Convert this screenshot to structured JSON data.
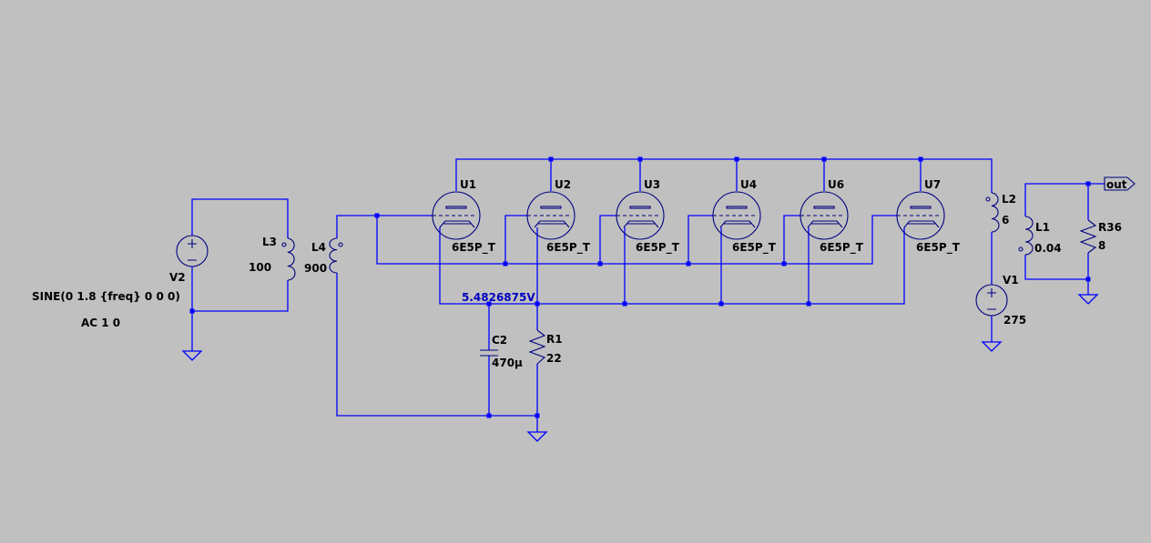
{
  "colors": {
    "background": "#c0c0c0",
    "wire": "#0000ff",
    "symbol": "#000080",
    "probe_text": "#0000c0"
  },
  "sources": {
    "v2": {
      "name": "V2",
      "value": "SINE(0 1.8 {freq} 0 0 0)",
      "ac": "AC 1 0"
    },
    "v1": {
      "name": "V1",
      "value": "275"
    }
  },
  "inductors": {
    "l3": {
      "name": "L3",
      "value": "100"
    },
    "l4": {
      "name": "L4",
      "value": "900"
    },
    "l2": {
      "name": "L2",
      "value": "6"
    },
    "l1": {
      "name": "L1",
      "value": "0.04"
    }
  },
  "capacitor": {
    "name": "C2",
    "value": "470µ"
  },
  "resistors": {
    "r1": {
      "name": "R1",
      "value": "22"
    },
    "r36": {
      "name": "R36",
      "value": "8"
    }
  },
  "tubes": [
    {
      "name": "U1",
      "model": "6E5P_T"
    },
    {
      "name": "U2",
      "model": "6E5P_T"
    },
    {
      "name": "U3",
      "model": "6E5P_T"
    },
    {
      "name": "U4",
      "model": "6E5P_T"
    },
    {
      "name": "U6",
      "model": "6E5P_T"
    },
    {
      "name": "U7",
      "model": "6E5P_T"
    }
  ],
  "probe": {
    "cathode_voltage": "5.4826875V"
  },
  "net_labels": {
    "out": "out"
  }
}
